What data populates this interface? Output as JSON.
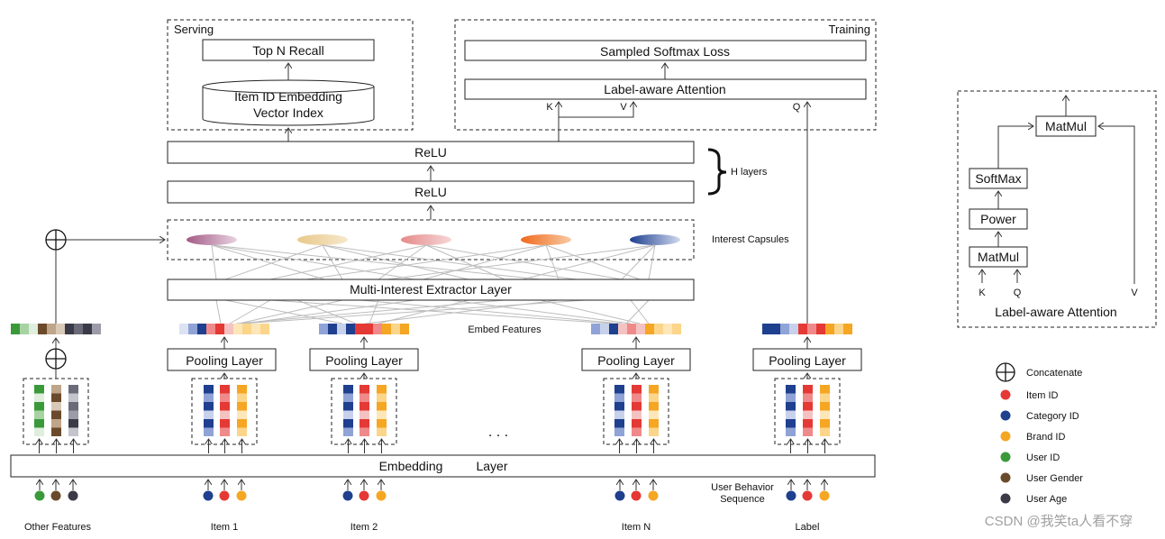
{
  "serving": {
    "title": "Serving",
    "top_n_recall": "Top N Recall",
    "index_line1": "Item ID Embedding",
    "index_line2": "Vector Index"
  },
  "training": {
    "title": "Training",
    "sampled_softmax": "Sampled Softmax Loss",
    "label_aware": "Label-aware Attention",
    "k": "K",
    "v": "V",
    "q": "Q"
  },
  "relu_top": "ReLU",
  "relu_bottom": "ReLU",
  "h_layers": "H layers",
  "interest_capsules": "Interest Capsules",
  "extractor": "Multi-Interest Extractor Layer",
  "embed_features": "Embed Features",
  "pooling": [
    "Pooling Layer",
    "Pooling Layer",
    "Pooling Layer",
    "Pooling Layer"
  ],
  "ellipsis": ". . .",
  "embedding_layer": [
    "Embedding",
    "Layer"
  ],
  "user_behavior": [
    "User Behavior",
    "Sequence"
  ],
  "bottom_labels": [
    "Other Features",
    "Item 1",
    "Item 2",
    "Item N",
    "Label"
  ],
  "detail": {
    "matmul_top": "MatMul",
    "softmax": "SoftMax",
    "power": "Power",
    "matmul_bottom": "MatMul",
    "k": "K",
    "q": "Q",
    "v": "V",
    "caption": "Label-aware Attention"
  },
  "legend": [
    {
      "label": "Concatenate",
      "symbol": "concat-icon"
    },
    {
      "label": "Item ID",
      "color": "#e53935"
    },
    {
      "label": "Category ID",
      "color": "#1f3f8f"
    },
    {
      "label": "Brand ID",
      "color": "#f5a623"
    },
    {
      "label": "User ID",
      "color": "#3a9a3a"
    },
    {
      "label": "User Gender",
      "color": "#6b4a2b"
    },
    {
      "label": "User Age",
      "color": "#3a3a48"
    }
  ],
  "watermark": "CSDN @我笑ta人看不穿",
  "colors": {
    "capsules": [
      "#a35b86",
      "#e9c88a",
      "#e59a98",
      "#ef7a2c",
      "#2c4a9a"
    ]
  }
}
